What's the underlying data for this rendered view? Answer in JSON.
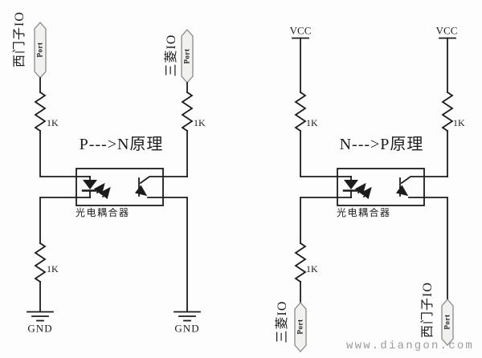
{
  "colors": {
    "line": "#1c1c1c",
    "port_fill": "#f1f1ef",
    "port_stroke": "#8a8a8a",
    "watermark": "#9b9b9b"
  },
  "watermark": "www.diangon.com",
  "left_circuit": {
    "title": "P--->N原理",
    "siemens_label": "西门子IO",
    "mitsubishi_label": "三菱IO",
    "port_text": "Port",
    "resistor_top_left": "1K",
    "resistor_top_right": "1K",
    "resistor_bottom_left": "1K",
    "optocoupler_label": "光电耦合器",
    "gnd_left": "GND",
    "gnd_right": "GND"
  },
  "right_circuit": {
    "title": "N--->P原理",
    "vcc_left": "VCC",
    "vcc_right": "VCC",
    "port_text": "Port",
    "resistor_top_left": "1K",
    "resistor_top_right": "1K",
    "resistor_bottom_left": "1K",
    "optocoupler_label": "光电耦合器",
    "mitsubishi_label": "三菱IO",
    "siemens_label": "西门子IO"
  }
}
